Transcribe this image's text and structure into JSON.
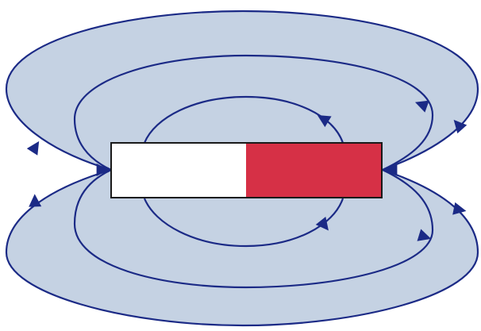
{
  "diagram": {
    "colors": {
      "background": "#ffffff",
      "field_fill": "#c5d2e3",
      "field_line": "#1b2a86",
      "arrowhead": "#1b2a86",
      "magnet_south": "#ffffff",
      "magnet_north": "#d63046",
      "magnet_outline": "#1a1a1a"
    },
    "magnet": {
      "poles": [
        {
          "pole": "south",
          "color_key": "magnet_south"
        },
        {
          "pole": "north",
          "color_key": "magnet_north"
        }
      ]
    },
    "field_lines": {
      "loops_per_side": 3,
      "sides": [
        "top",
        "bottom"
      ],
      "arrow_count": 10
    },
    "labels": []
  }
}
